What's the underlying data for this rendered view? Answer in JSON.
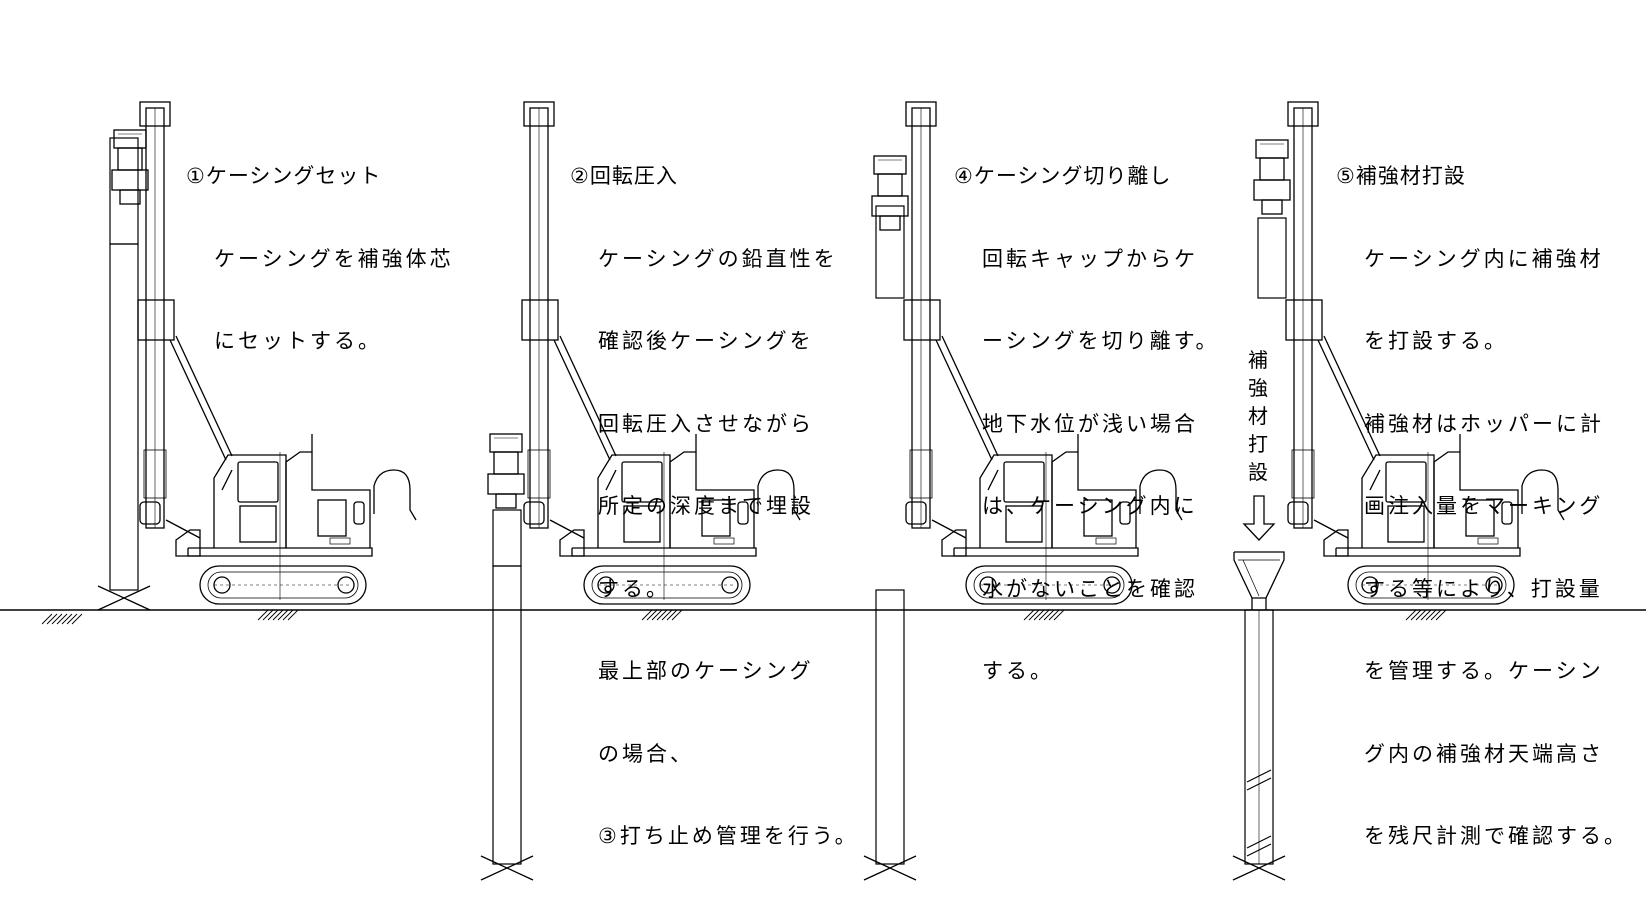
{
  "steps": [
    {
      "title": "①ケーシングセット",
      "lines": [
        "ケーシングを補強体芯",
        "にセットする。"
      ]
    },
    {
      "title": "②回転圧入",
      "lines": [
        "ケーシングの鉛直性を",
        "確認後ケーシングを",
        "回転圧入させながら",
        "所定の深度まで埋設",
        "する。",
        "最上部のケーシング",
        "の場合、",
        "③打ち止め管理を行う。"
      ]
    },
    {
      "title": "④ケーシング切り離し",
      "lines": [
        "回転キャップからケ",
        "ーシングを切り離す。",
        "地下水位が浅い場合",
        "は、ケーシング内に",
        "水がないことを確認",
        "する。"
      ]
    },
    {
      "title": "⑤補強材打設",
      "lines": [
        "ケーシング内に補強材",
        "を打設する。",
        "補強材はホッパーに計",
        "画注入量をマーキング",
        "する等により、打設量",
        "を管理する。ケーシン",
        "グ内の補強材天端高さ",
        "を残尺計測で確認する。"
      ]
    }
  ],
  "side_label": [
    "補",
    "強",
    "材",
    "打",
    "設"
  ]
}
